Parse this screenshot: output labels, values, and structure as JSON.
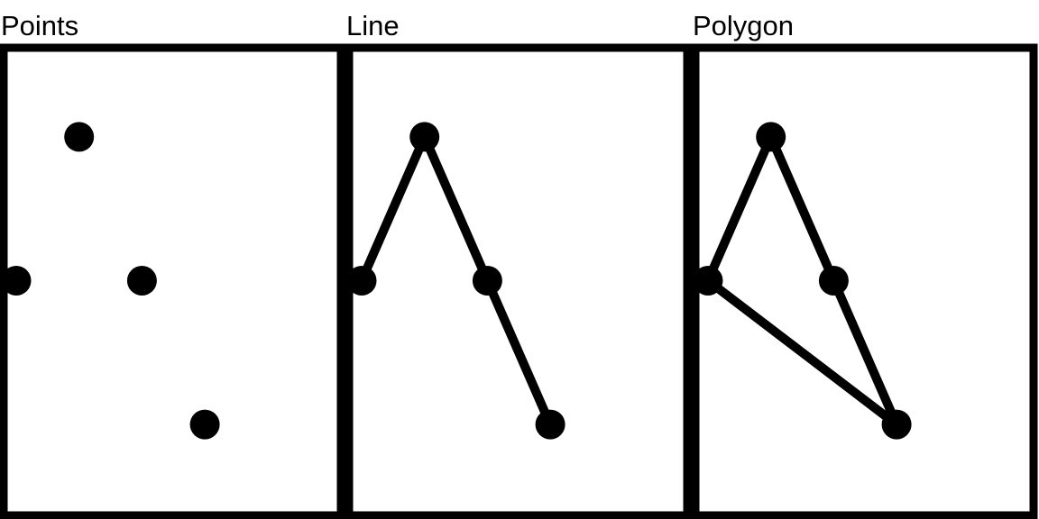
{
  "panels": [
    {
      "title": "Points",
      "geometry": "points",
      "vertices": [
        [
          1,
          4
        ],
        [
          0,
          3
        ],
        [
          2,
          3
        ],
        [
          3,
          2
        ]
      ]
    },
    {
      "title": "Line",
      "geometry": "line",
      "vertices": [
        [
          0,
          3
        ],
        [
          1,
          4
        ],
        [
          2,
          3
        ],
        [
          3,
          2
        ]
      ]
    },
    {
      "title": "Polygon",
      "geometry": "polygon",
      "vertices": [
        [
          0,
          3
        ],
        [
          1,
          4
        ],
        [
          2,
          3
        ],
        [
          3,
          2
        ]
      ]
    }
  ],
  "colors": {
    "ink": "#000000",
    "background": "#ffffff"
  }
}
